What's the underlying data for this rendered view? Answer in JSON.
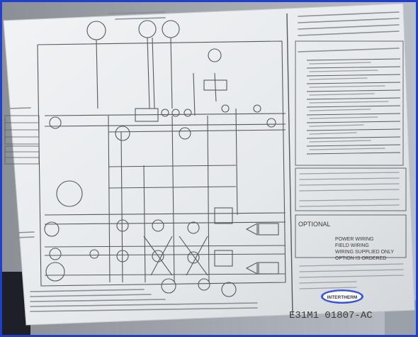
{
  "photo": {
    "subject": "wiring-diagram-label",
    "colors": {
      "paper": "#e9ecef",
      "ink": "#555a61",
      "border": "#1f3fd0",
      "shadow": "#3a3f46"
    }
  },
  "notes": {
    "legend_title": "OPTIONAL",
    "legend_items": [
      "POWER WIRING",
      "FIELD WIRING",
      "WIRING SUPPLIED ONLY",
      "OPTION IS ORDERED"
    ]
  },
  "logo": {
    "text": "INTERTHERM"
  },
  "part_number": "E31M1 01807-AC"
}
